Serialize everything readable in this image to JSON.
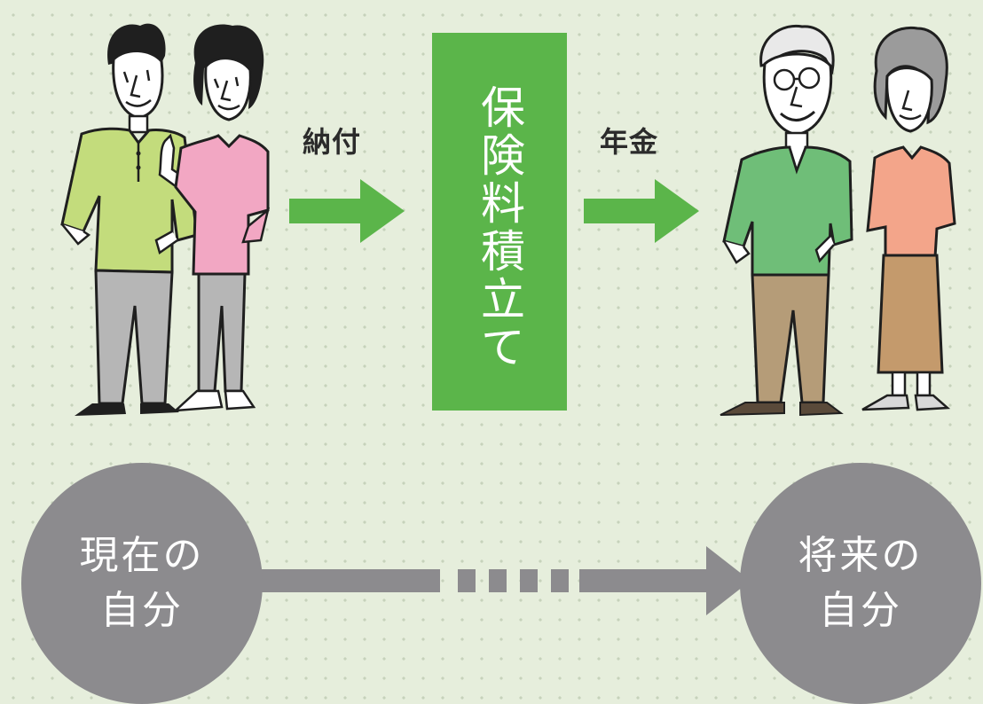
{
  "labels": {
    "payment": "納付",
    "pension": "年金"
  },
  "savings_box": {
    "text": "保険料積立て"
  },
  "present_self": {
    "line1": "現在の",
    "line2": "自分"
  },
  "future_self": {
    "line1": "将来の",
    "line2": "自分"
  },
  "colors": {
    "arrow_green": "#5bb54a",
    "box_green": "#5bb54a",
    "circle_gray": "#8c8b8e",
    "timeline_gray": "#8c8b8e",
    "background": "#e6eedc"
  }
}
